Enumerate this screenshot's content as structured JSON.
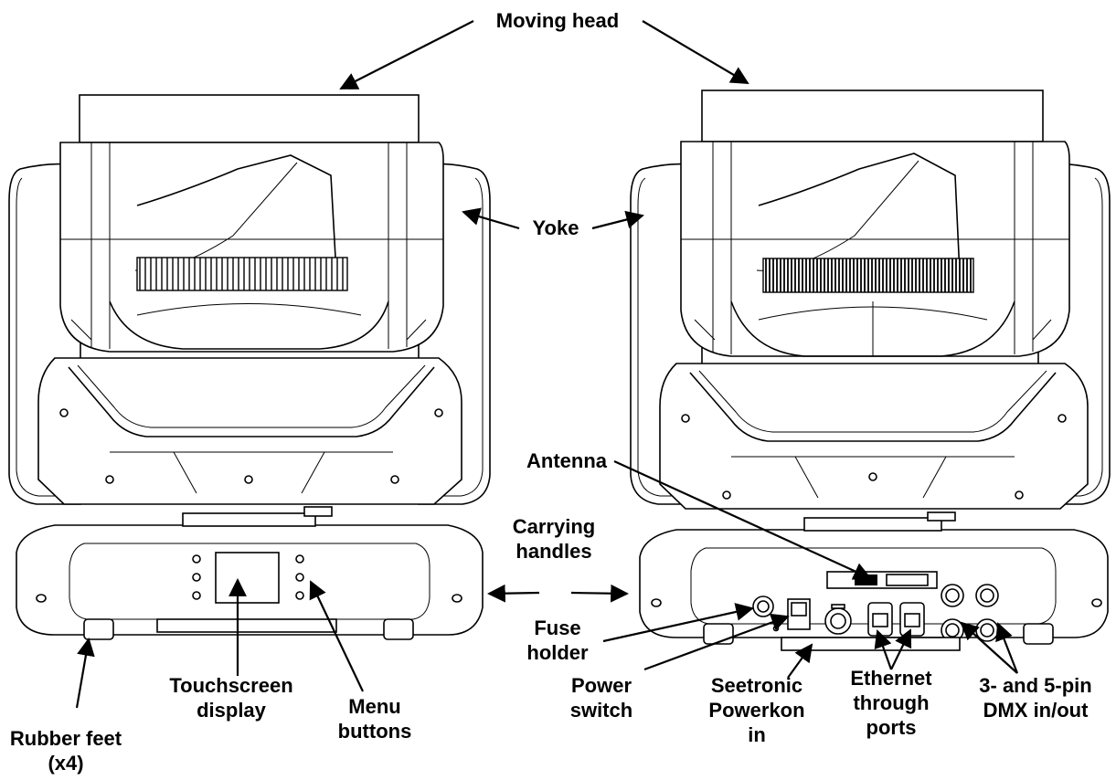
{
  "labels": {
    "moving_head": "Moving head",
    "yoke": "Yoke",
    "antenna": "Antenna",
    "carrying_handles_1": "Carrying",
    "carrying_handles_2": "handles",
    "fuse_holder_1": "Fuse",
    "fuse_holder_2": "holder",
    "power_switch_1": "Power",
    "power_switch_2": "switch",
    "seetronic_1": "Seetronic",
    "seetronic_2": "Powerkon",
    "seetronic_3": "in",
    "ethernet_1": "Ethernet",
    "ethernet_2": "through",
    "ethernet_3": "ports",
    "dmx_1": "3- and 5-pin",
    "dmx_2": "DMX in/out",
    "touchscreen_1": "Touchscreen",
    "touchscreen_2": "display",
    "menu_1": "Menu",
    "menu_2": "buttons",
    "rubber_1": "Rubber feet",
    "rubber_2": "(x4)"
  }
}
